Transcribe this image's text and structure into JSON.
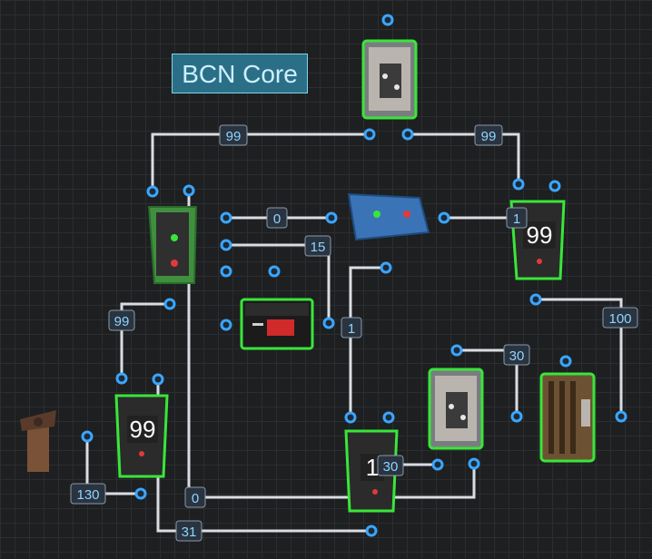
{
  "title": "BCN Core",
  "wire_labels": {
    "top_left": "99",
    "top_right": "99",
    "branch_0": "0",
    "branch_15": "15",
    "branch_1_right": "1",
    "left_99": "99",
    "center_1": "1",
    "right_100": "100",
    "right_30": "30",
    "bottom_130": "130",
    "bottom_0": "0",
    "bottom_31": "31",
    "battery_out_30": "30"
  },
  "displays": {
    "right_battery": "99",
    "left_battery": "99",
    "center_battery": "1"
  },
  "colors": {
    "wire": "#d9dde2",
    "port": "#3aa6ff",
    "label_bg": "#2a3440",
    "label_text": "#8fd4ff",
    "highlight": "#39e639"
  }
}
